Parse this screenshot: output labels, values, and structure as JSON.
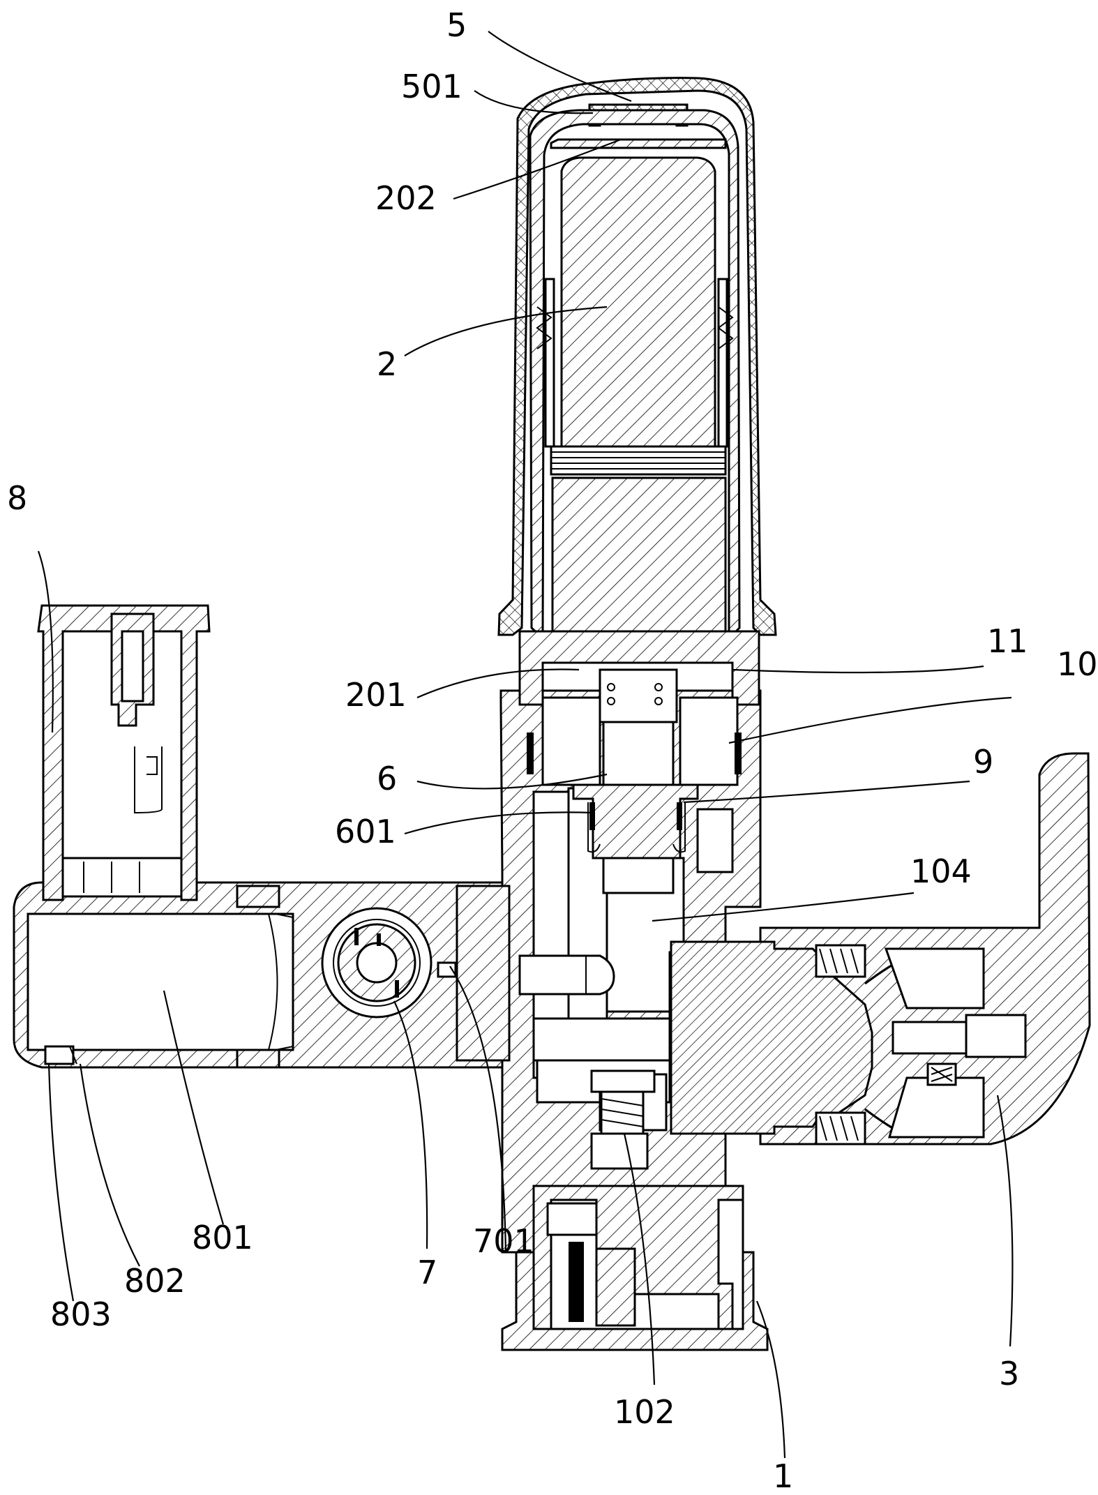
{
  "figure": {
    "reference_numerals": [
      {
        "id": "5",
        "text": "5"
      },
      {
        "id": "501",
        "text": "501"
      },
      {
        "id": "202",
        "text": "202"
      },
      {
        "id": "2",
        "text": "2"
      },
      {
        "id": "8",
        "text": "8"
      },
      {
        "id": "11",
        "text": "11"
      },
      {
        "id": "10",
        "text": "10"
      },
      {
        "id": "201",
        "text": "201"
      },
      {
        "id": "6",
        "text": "6"
      },
      {
        "id": "9",
        "text": "9"
      },
      {
        "id": "601",
        "text": "601"
      },
      {
        "id": "104",
        "text": "104"
      },
      {
        "id": "801",
        "text": "801"
      },
      {
        "id": "802",
        "text": "802"
      },
      {
        "id": "803",
        "text": "803"
      },
      {
        "id": "7",
        "text": "7"
      },
      {
        "id": "701",
        "text": "701"
      },
      {
        "id": "102",
        "text": "102"
      },
      {
        "id": "1",
        "text": "1"
      },
      {
        "id": "3",
        "text": "3"
      }
    ]
  }
}
